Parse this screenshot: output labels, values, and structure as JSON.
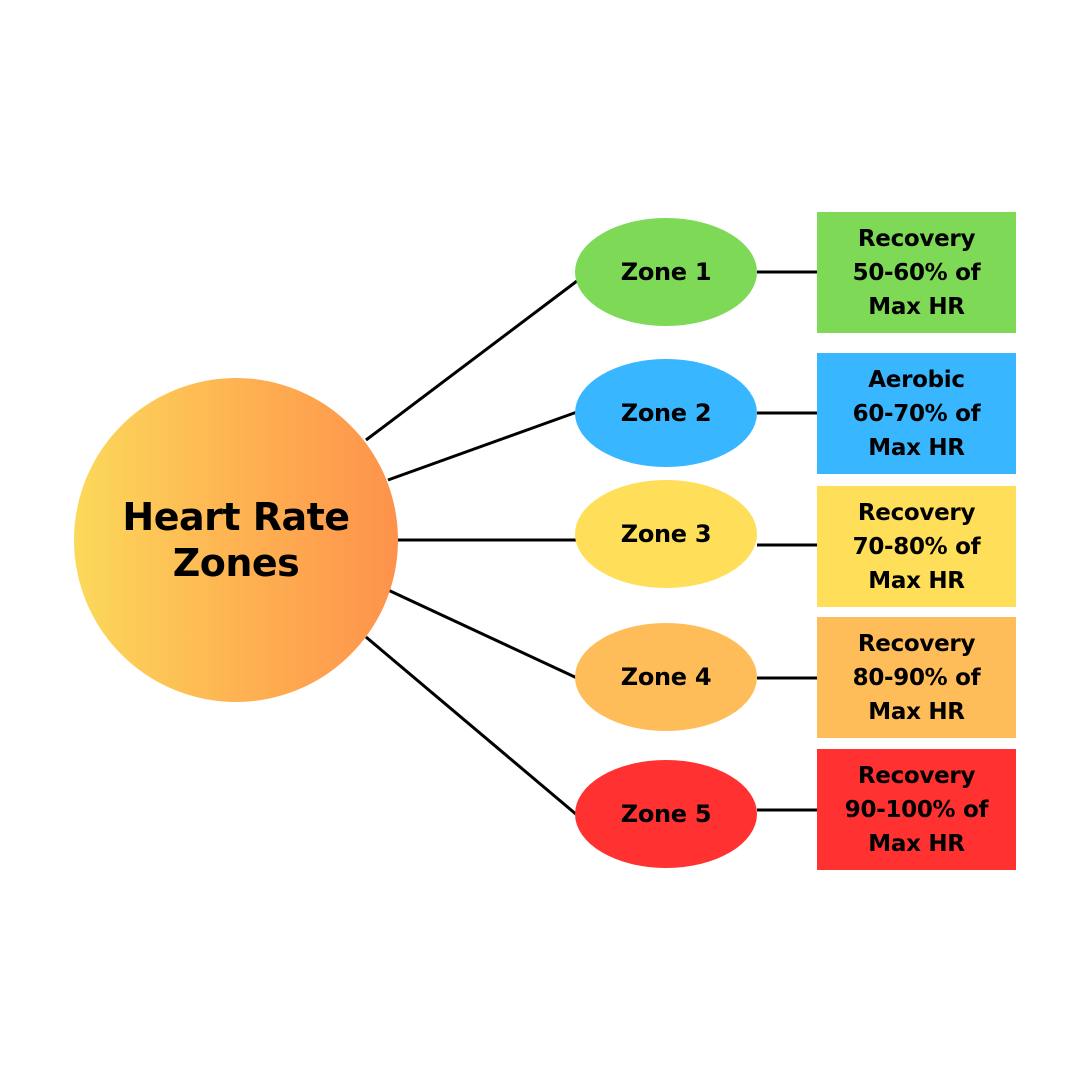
{
  "diagram": {
    "center": {
      "title_line1": "Heart Rate",
      "title_line2": "Zones"
    },
    "zones": [
      {
        "label": "Zone 1",
        "type": "Recovery",
        "range": "50-60% of",
        "basis": "Max HR",
        "color": "#7ed957"
      },
      {
        "label": "Zone 2",
        "type": "Aerobic",
        "range": "60-70% of",
        "basis": "Max HR",
        "color": "#38b6ff"
      },
      {
        "label": "Zone 3",
        "type": "Recovery",
        "range": "70-80% of",
        "basis": "Max HR",
        "color": "#ffde59"
      },
      {
        "label": "Zone 4",
        "type": "Recovery",
        "range": "80-90% of",
        "basis": "Max HR",
        "color": "#ffbd59"
      },
      {
        "label": "Zone 5",
        "type": "Recovery",
        "range": "90-100% of",
        "basis": "Max HR",
        "color": "#ff3131"
      }
    ],
    "colors": {
      "connector": "#000000",
      "hub_gradient_start": "#fcd95a",
      "hub_gradient_end": "#fe924b"
    }
  }
}
